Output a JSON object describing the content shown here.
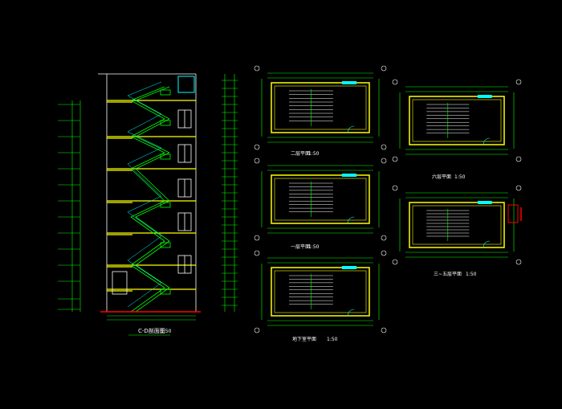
{
  "drawing": {
    "section_title": "C-D剖面图",
    "section_scale": "1:50",
    "plan_titles": [
      {
        "id": "plan-1",
        "text": "二层平面",
        "scale": "1:50"
      },
      {
        "id": "plan-2",
        "text": "一层平面",
        "scale": "1:50"
      },
      {
        "id": "plan-3",
        "text": "地下室平面",
        "scale": "1:50"
      },
      {
        "id": "plan-4",
        "text": "六层平面",
        "scale": "1:50"
      },
      {
        "id": "plan-5",
        "text": "三~五层平面",
        "scale": "1:50"
      }
    ]
  },
  "colors": {
    "background": "#000000",
    "wall_yellow": "#ffff00",
    "line_green": "#00ff00",
    "stair_cyan": "#00ffff",
    "text_white": "#ffffff",
    "accent_red": "#ff0000",
    "dim_magenta": "#ff00ff"
  }
}
